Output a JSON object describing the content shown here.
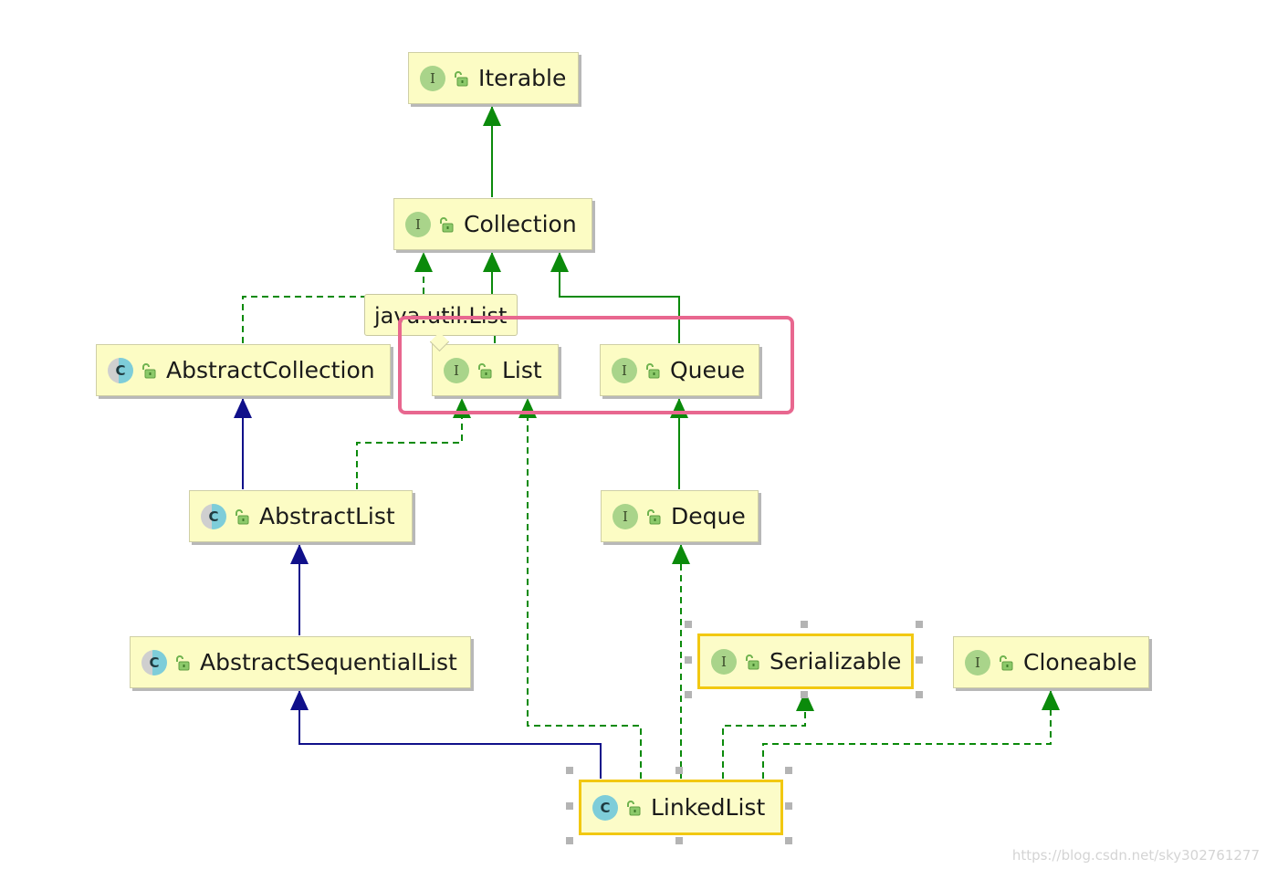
{
  "diagram": {
    "nodes": [
      {
        "id": "iterable",
        "name": "Iterable",
        "kind": "I"
      },
      {
        "id": "collection",
        "name": "Collection",
        "kind": "I"
      },
      {
        "id": "abstract_collection",
        "name": "AbstractCollection",
        "kind": "C"
      },
      {
        "id": "list",
        "name": "List",
        "kind": "I"
      },
      {
        "id": "queue",
        "name": "Queue",
        "kind": "I"
      },
      {
        "id": "abstract_list",
        "name": "AbstractList",
        "kind": "C"
      },
      {
        "id": "deque",
        "name": "Deque",
        "kind": "I"
      },
      {
        "id": "abstract_sequential_list",
        "name": "AbstractSequentialList",
        "kind": "C"
      },
      {
        "id": "serializable",
        "name": "Serializable",
        "kind": "I"
      },
      {
        "id": "cloneable",
        "name": "Cloneable",
        "kind": "I"
      },
      {
        "id": "linked_list",
        "name": "LinkedList",
        "kind": "C"
      }
    ],
    "edges": [
      {
        "from": "collection",
        "to": "iterable",
        "type": "extends-interface"
      },
      {
        "from": "abstract_collection",
        "to": "collection",
        "type": "implements"
      },
      {
        "from": "list",
        "to": "collection",
        "type": "extends-interface"
      },
      {
        "from": "queue",
        "to": "collection",
        "type": "extends-interface"
      },
      {
        "from": "abstract_list",
        "to": "abstract_collection",
        "type": "extends-class"
      },
      {
        "from": "abstract_list",
        "to": "list",
        "type": "implements"
      },
      {
        "from": "deque",
        "to": "queue",
        "type": "extends-interface"
      },
      {
        "from": "abstract_sequential_list",
        "to": "abstract_list",
        "type": "extends-class"
      },
      {
        "from": "linked_list",
        "to": "abstract_sequential_list",
        "type": "extends-class"
      },
      {
        "from": "linked_list",
        "to": "list",
        "type": "implements"
      },
      {
        "from": "linked_list",
        "to": "deque",
        "type": "implements"
      },
      {
        "from": "linked_list",
        "to": "serializable",
        "type": "implements"
      },
      {
        "from": "linked_list",
        "to": "cloneable",
        "type": "implements"
      }
    ],
    "selected": [
      "linked_list",
      "serializable"
    ],
    "highlighted": [
      "list",
      "queue"
    ]
  },
  "tooltip": {
    "text": "java.util.List"
  },
  "kind_marks": {
    "interface": "I",
    "class": "C"
  },
  "colors": {
    "node_fill": "#fcfcc4",
    "interface_edge": "#0b8a0b",
    "class_edge": "#10108a",
    "selection_border": "#f2c811",
    "highlight_border": "#e8678f",
    "interface_badge": "#a9d48a",
    "class_badge": "#7ecdd9"
  },
  "icons": {
    "interface": "interface-badge-icon",
    "class": "class-badge-icon",
    "visibility": "unlocked-padlock-icon"
  },
  "watermark": "https://blog.csdn.net/sky302761277"
}
